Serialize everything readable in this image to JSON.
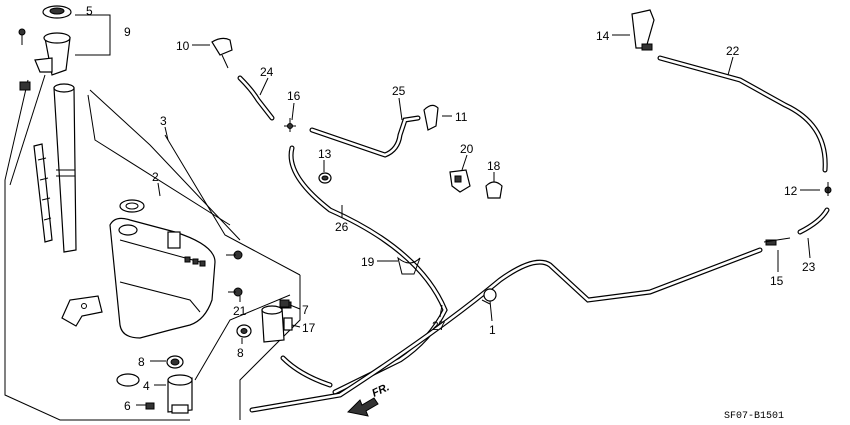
{
  "callouts": [
    {
      "id": "n5",
      "text": "5"
    },
    {
      "id": "n9",
      "text": "9"
    },
    {
      "id": "n10",
      "text": "10"
    },
    {
      "id": "n24",
      "text": "24"
    },
    {
      "id": "n16",
      "text": "16"
    },
    {
      "id": "n25",
      "text": "25"
    },
    {
      "id": "n11",
      "text": "11"
    },
    {
      "id": "n14",
      "text": "14"
    },
    {
      "id": "n22",
      "text": "22"
    },
    {
      "id": "n3",
      "text": "3"
    },
    {
      "id": "n13",
      "text": "13"
    },
    {
      "id": "n20",
      "text": "20"
    },
    {
      "id": "n18",
      "text": "18"
    },
    {
      "id": "n2",
      "text": "2"
    },
    {
      "id": "n26",
      "text": "26"
    },
    {
      "id": "n12",
      "text": "12"
    },
    {
      "id": "n19",
      "text": "19"
    },
    {
      "id": "n23",
      "text": "23"
    },
    {
      "id": "n15",
      "text": "15"
    },
    {
      "id": "n21",
      "text": "21"
    },
    {
      "id": "n7",
      "text": "7"
    },
    {
      "id": "n17",
      "text": "17"
    },
    {
      "id": "n27",
      "text": "27"
    },
    {
      "id": "n1",
      "text": "1"
    },
    {
      "id": "n8a",
      "text": "8"
    },
    {
      "id": "n8b",
      "text": "8"
    },
    {
      "id": "n4",
      "text": "4"
    },
    {
      "id": "n6",
      "text": "6"
    }
  ],
  "direction_label": "FR.",
  "diagram_code": "SF07-B1501"
}
